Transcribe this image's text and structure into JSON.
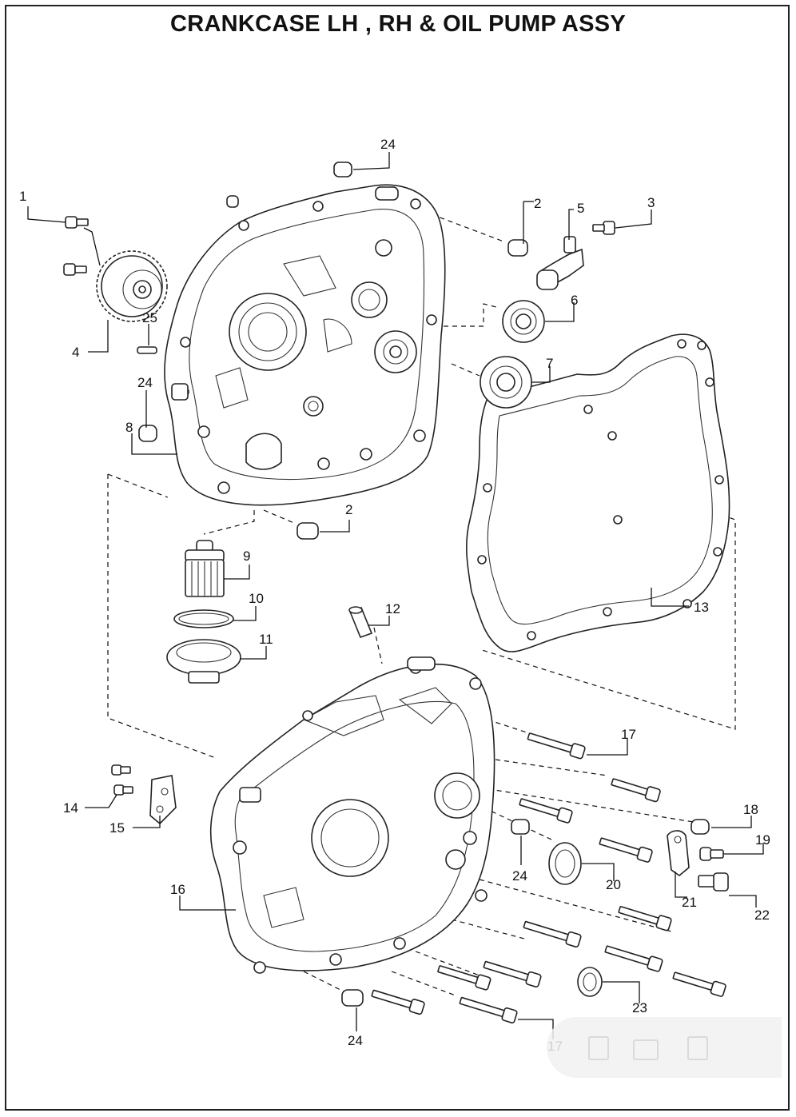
{
  "title": "CRANKCASE LH , RH & OIL PUMP ASSY",
  "callouts": [
    {
      "id": "c1",
      "text": "1"
    },
    {
      "id": "c2a",
      "text": "2"
    },
    {
      "id": "c3",
      "text": "3"
    },
    {
      "id": "c4",
      "text": "4"
    },
    {
      "id": "c5",
      "text": "5"
    },
    {
      "id": "c6",
      "text": "6"
    },
    {
      "id": "c7",
      "text": "7"
    },
    {
      "id": "c8",
      "text": "8"
    },
    {
      "id": "c2b",
      "text": "2"
    },
    {
      "id": "c9",
      "text": "9"
    },
    {
      "id": "c10",
      "text": "10"
    },
    {
      "id": "c11",
      "text": "11"
    },
    {
      "id": "c12",
      "text": "12"
    },
    {
      "id": "c13",
      "text": "13"
    },
    {
      "id": "c14",
      "text": "14"
    },
    {
      "id": "c15",
      "text": "15"
    },
    {
      "id": "c16",
      "text": "16"
    },
    {
      "id": "c17a",
      "text": "17"
    },
    {
      "id": "c17b",
      "text": "17"
    },
    {
      "id": "c18",
      "text": "18"
    },
    {
      "id": "c19",
      "text": "19"
    },
    {
      "id": "c20",
      "text": "20"
    },
    {
      "id": "c21",
      "text": "21"
    },
    {
      "id": "c22",
      "text": "22"
    },
    {
      "id": "c23",
      "text": "23"
    },
    {
      "id": "c24a",
      "text": "24"
    },
    {
      "id": "c24b",
      "text": "24"
    },
    {
      "id": "c24c",
      "text": "24"
    },
    {
      "id": "c24d",
      "text": "24"
    },
    {
      "id": "c25",
      "text": "25"
    }
  ],
  "toolbar": {
    "icons": [
      "save-icon",
      "print-icon",
      "page-icon"
    ]
  }
}
